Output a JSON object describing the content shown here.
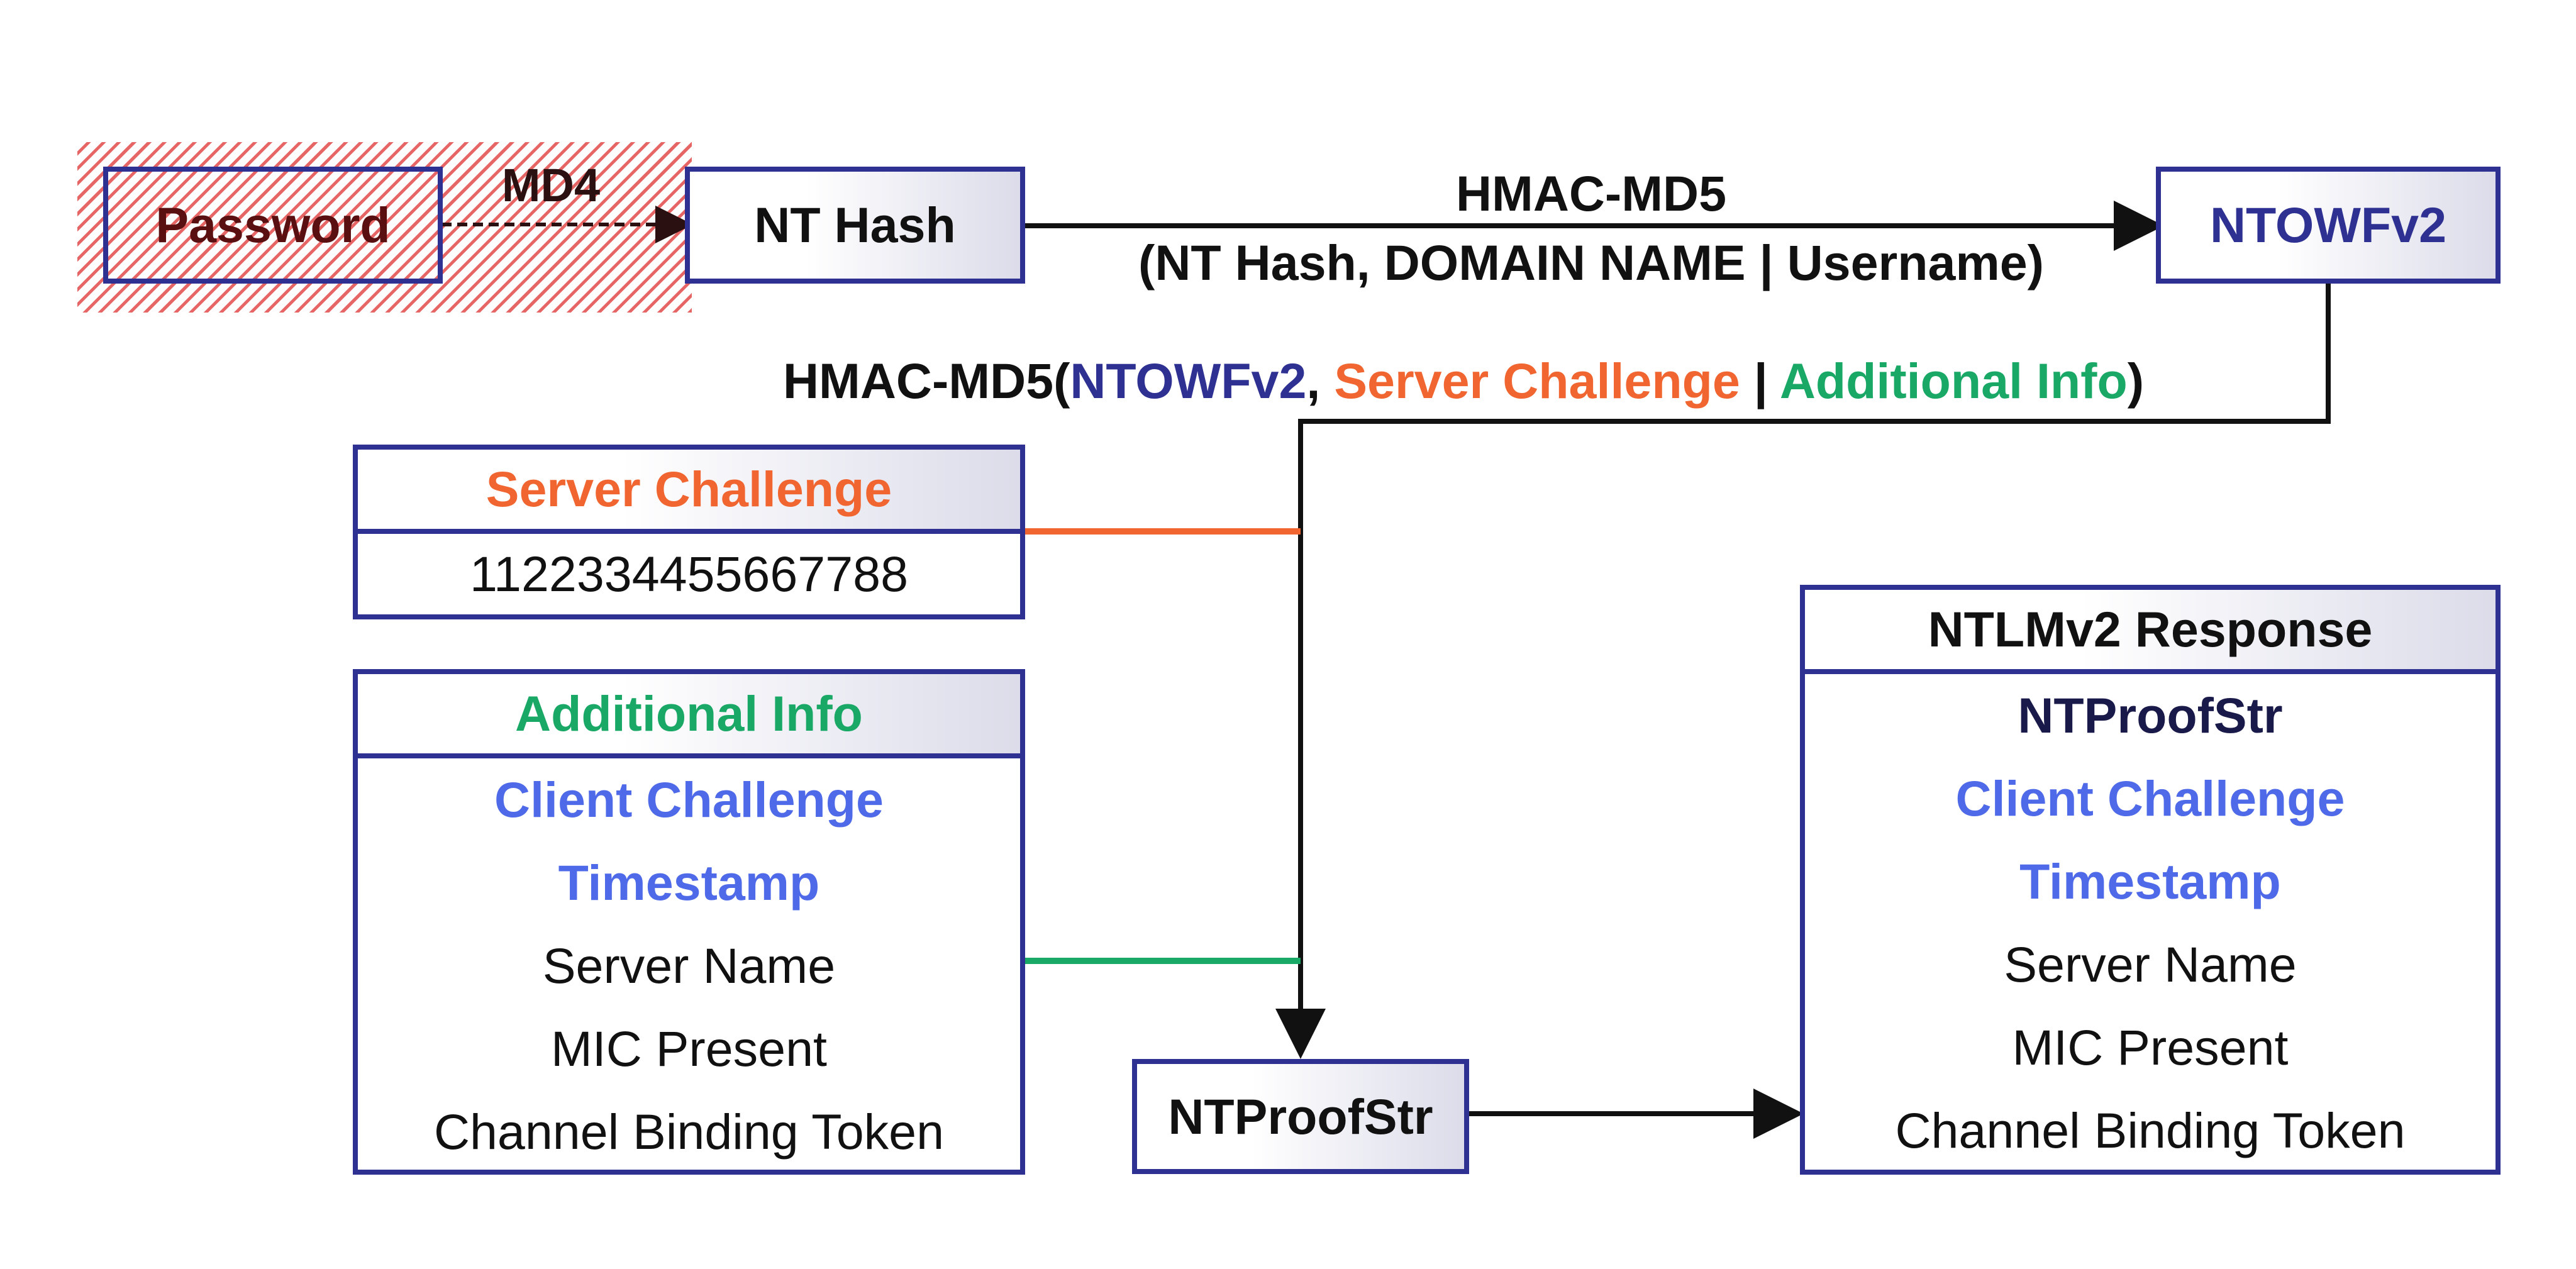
{
  "colors": {
    "box_border": "#2e3192",
    "ntowf": "#2e3192",
    "server_challenge": "#f06530",
    "additional_info": "#1aa866",
    "client_fields": "#4f6ae8",
    "hatch": "#e24a4a"
  },
  "password_box": {
    "label": "Password"
  },
  "md4_label": "MD4",
  "nt_hash_box": {
    "label": "NT Hash"
  },
  "hmac_top": {
    "line1": "HMAC-MD5",
    "line2": "(NT Hash, DOMAIN NAME | Username)"
  },
  "ntowfv2_box": {
    "label": "NTOWFv2"
  },
  "hmac_mid": {
    "prefix": "HMAC-MD5(",
    "arg1": "NTOWFv2",
    "sep1": ", ",
    "arg2": "Server Challenge",
    "sep2": " | ",
    "arg3": "Additional Info",
    "suffix": ")"
  },
  "server_challenge_table": {
    "header": "Server Challenge",
    "value": "1122334455667788"
  },
  "additional_info_table": {
    "header": "Additional Info",
    "rows": [
      "Client Challenge",
      "Timestamp",
      "Server Name",
      "MIC Present",
      "Channel Binding Token"
    ]
  },
  "ntproofstr_box": {
    "label": "NTProofStr"
  },
  "ntlmv2_response_table": {
    "header": "NTLMv2 Response",
    "rows": [
      "NTProofStr",
      "Client Challenge",
      "Timestamp",
      "Server Name",
      "MIC Present",
      "Channel Binding Token"
    ]
  }
}
